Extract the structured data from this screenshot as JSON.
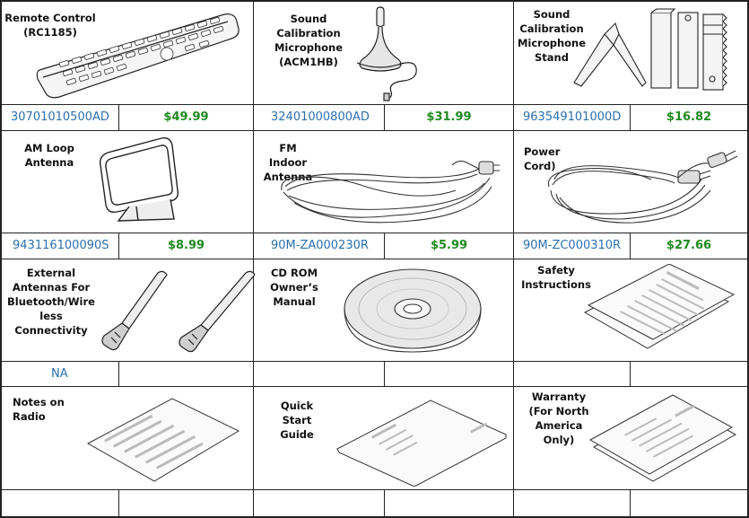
{
  "items": [
    {
      "label": "Remote Control\n(RC1185)",
      "part": "30701010500AD",
      "price": "$49.99",
      "icon": "remote-control-icon"
    },
    {
      "label": "Sound\nCalibration\nMicrophone\n(ACM1HB)",
      "part": "32401000800AD",
      "price": "$31.99",
      "icon": "microphone-icon"
    },
    {
      "label": "Sound\nCalibration\nMicrophone\nStand",
      "part": "963549101000D",
      "price": "$16.82",
      "icon": "microphone-stand-icon"
    },
    {
      "label": "AM Loop\nAntenna",
      "part": "943116100090S",
      "price": "$8.99",
      "icon": "am-loop-antenna-icon"
    },
    {
      "label": "FM Indoor\nAntenna",
      "part": "90M-ZA000230R",
      "price": "$5.99",
      "icon": "fm-antenna-icon"
    },
    {
      "label": "Power Cord)",
      "part": "90M-ZC000310R",
      "price": "$27.66",
      "icon": "power-cord-icon"
    },
    {
      "label": "External\nAntennas For\nBluetooth/Wire\nless\nConnectivity",
      "part": "NA",
      "price": "",
      "icon": "external-antennas-icon"
    },
    {
      "label": "CD ROM\nOwner’s\nManual",
      "part": "",
      "price": "",
      "icon": "cd-rom-icon"
    },
    {
      "label": "Safety\nInstructions",
      "part": "",
      "price": "",
      "icon": "safety-sheets-icon"
    },
    {
      "label": "Notes on Radio",
      "part": "",
      "price": "",
      "icon": "notes-sheet-icon"
    },
    {
      "label": "Quick Start\nGuide",
      "part": "",
      "price": "",
      "icon": "quick-start-guide-icon"
    },
    {
      "label": "Warranty\n(For North\nAmerica Only)",
      "part": "",
      "price": "",
      "icon": "warranty-sheets-icon"
    }
  ]
}
